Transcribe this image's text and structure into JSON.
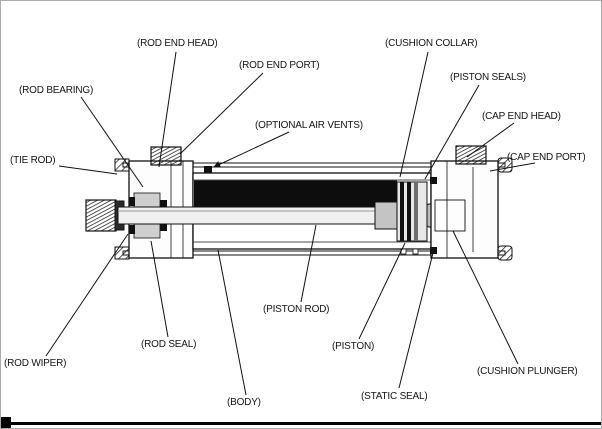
{
  "page": {
    "description": "Tie-rod cylinder cross-section diagram with part callout labels",
    "background_color": "#ffffff",
    "ink_color": "#141414"
  },
  "labels": [
    {
      "id": "rod-end-head",
      "text": "(ROD END HEAD)"
    },
    {
      "id": "rod-end-port",
      "text": "(ROD END PORT)"
    },
    {
      "id": "cushion-collar",
      "text": "(CUSHION COLLAR)"
    },
    {
      "id": "rod-bearing",
      "text": "(ROD BEARING)"
    },
    {
      "id": "piston-seals",
      "text": "(PISTON SEALS)"
    },
    {
      "id": "optional-air-vents",
      "text": "(OPTIONAL AIR VENTS)"
    },
    {
      "id": "cap-end-head",
      "text": "(CAP END HEAD)"
    },
    {
      "id": "tie-rod",
      "text": "(TIE ROD)"
    },
    {
      "id": "cap-end-port",
      "text": "(CAP END PORT)"
    },
    {
      "id": "rod-wiper",
      "text": "(ROD WIPER)"
    },
    {
      "id": "rod-seal",
      "text": "(ROD SEAL)"
    },
    {
      "id": "piston-rod",
      "text": "(PISTON ROD)"
    },
    {
      "id": "piston",
      "text": "(PISTON)"
    },
    {
      "id": "cushion-plunger",
      "text": "(CUSHION PLUNGER)"
    },
    {
      "id": "body",
      "text": "(BODY)"
    },
    {
      "id": "static-seal",
      "text": "(STATIC SEAL)"
    }
  ]
}
